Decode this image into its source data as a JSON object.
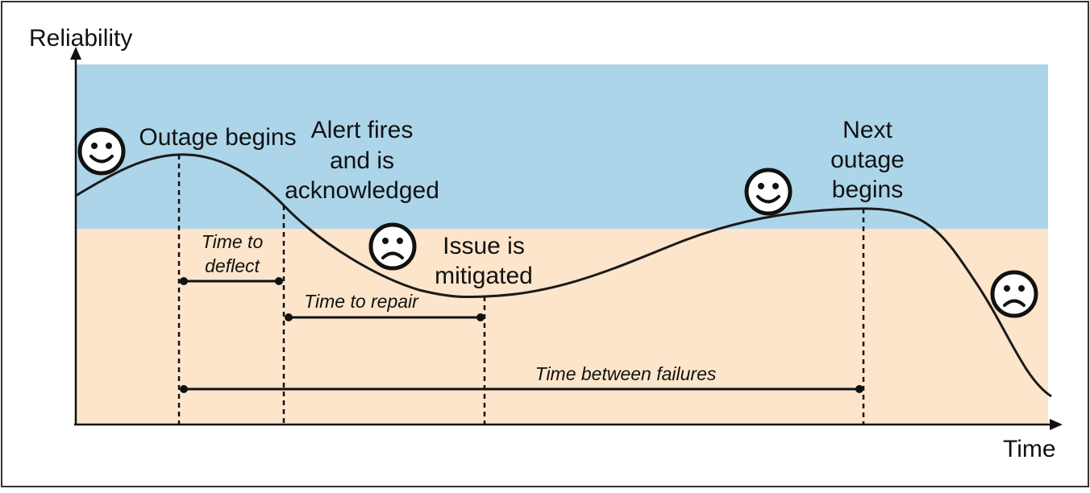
{
  "diagram": {
    "axis_y_label": "Reliability",
    "axis_x_label": "Time",
    "events": {
      "outage_begins": "Outage begins",
      "alert_fires": [
        "Alert fires",
        "and is",
        "acknowledged"
      ],
      "issue_mitigated": [
        "Issue is",
        "mitigated"
      ],
      "next_outage": [
        "Next",
        "outage",
        "begins"
      ]
    },
    "intervals": {
      "time_to_deflect": [
        "Time to",
        "deflect"
      ],
      "time_to_repair": "Time to repair",
      "time_between_failures": "Time between failures"
    },
    "faces": [
      "happy-face",
      "sad-face",
      "happy-face",
      "sad-face"
    ],
    "colors": {
      "above_target": "#acd5ea",
      "below_target": "#fde5cb",
      "line": "#1a1a1a"
    }
  }
}
